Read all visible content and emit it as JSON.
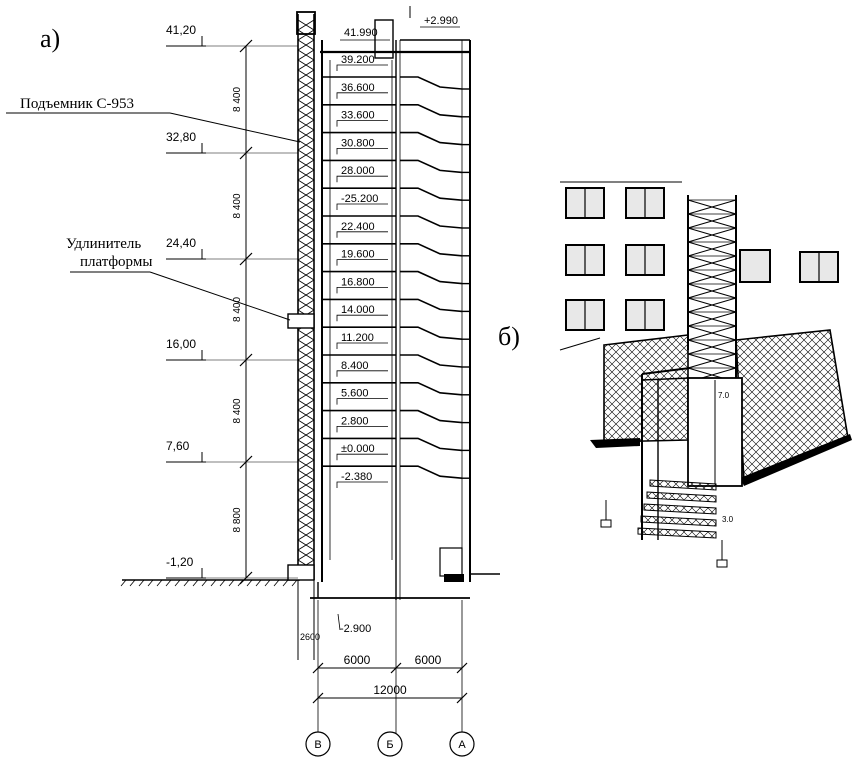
{
  "part_a_label": "а)",
  "part_b_label": "б)",
  "hoist_label": "Подъемник С-953",
  "extender_label": [
    "Удлинитель",
    "платформы"
  ],
  "hoist_marks": [
    "41,20",
    "32,80",
    "24,40",
    "16,00",
    "7,60",
    "-1,20"
  ],
  "span_labels": [
    "8 400",
    "8 400",
    "8 400",
    "8 400",
    "8 800"
  ],
  "roof_level": "41.990",
  "top_level": "+2.990",
  "floor_levels": [
    "39.200",
    "36.600",
    "33.600",
    "30.800",
    "28.000",
    "-25.200",
    "22.400",
    "19.600",
    "16.800",
    "14.000",
    "11.200",
    "8.400",
    "5.600",
    "2.800",
    "±0.000",
    "-2.380"
  ],
  "foundation_level": "-2.900",
  "offset_dim": "2600",
  "bay_dims": [
    "6000",
    "6000"
  ],
  "total_dim": "12000",
  "axes": [
    "В",
    "Б",
    "А"
  ],
  "cage_marks": [
    "7.0",
    "3.0"
  ]
}
